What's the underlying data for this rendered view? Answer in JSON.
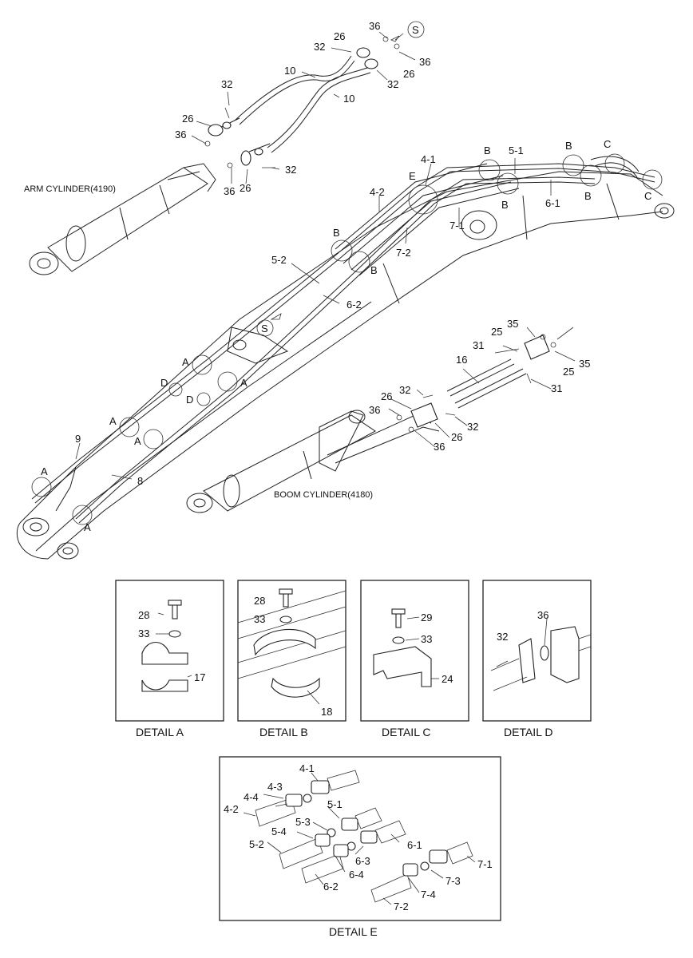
{
  "labels": {
    "arm_cylinder": "ARM CYLINDER(4190)",
    "boom_cylinder": "BOOM CYLINDER(4180)",
    "s": "S",
    "a": "A",
    "b": "B",
    "c": "C",
    "d": "D",
    "e": "E",
    "n4_1": "4-1",
    "n4_2": "4-2",
    "n4_3": "4-3",
    "n4_4": "4-4",
    "n5_1": "5-1",
    "n5_2": "5-2",
    "n5_3": "5-3",
    "n5_4": "5-4",
    "n6_1": "6-1",
    "n6_2": "6-2",
    "n6_3": "6-3",
    "n6_4": "6-4",
    "n7_1": "7-1",
    "n7_2": "7-2",
    "n7_3": "7-3",
    "n7_4": "7-4",
    "n8": "8",
    "n9": "9",
    "n10": "10",
    "n16": "16",
    "n17": "17",
    "n18": "18",
    "n24": "24",
    "n25": "25",
    "n26": "26",
    "n28": "28",
    "n29": "29",
    "n31": "31",
    "n32": "32",
    "n33": "33",
    "n35": "35",
    "n36": "36"
  },
  "details": {
    "a": "DETAIL  A",
    "b": "DETAIL  B",
    "c": "DETAIL  C",
    "d": "DETAIL  D",
    "e": "DETAIL  E"
  }
}
